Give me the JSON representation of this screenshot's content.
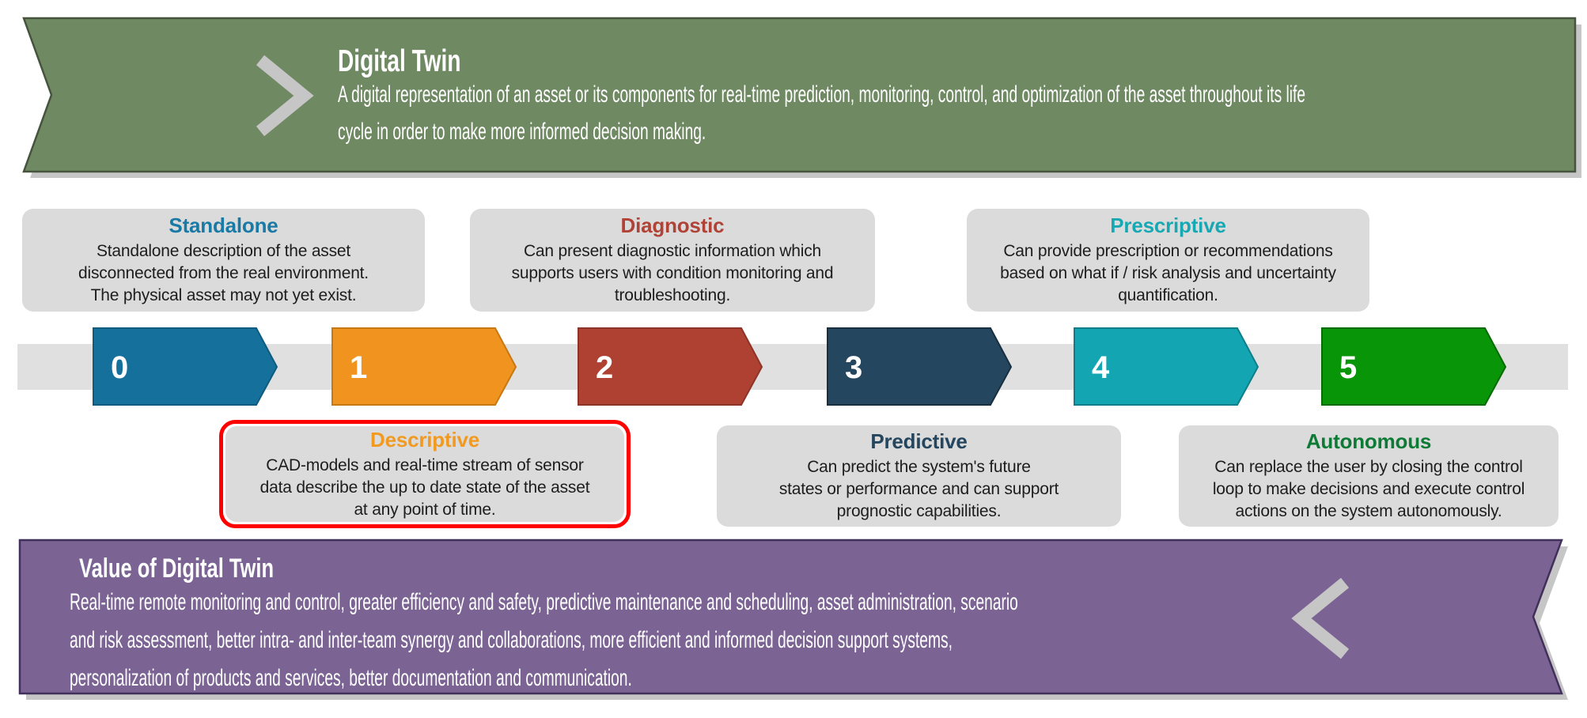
{
  "header_banner": {
    "title": "Digital Twin",
    "description": "A digital representation of an asset or its components for real-time prediction, monitoring, control, and optimization of the asset throughout its life\ncycle in order to make more informed decision making.",
    "bg_color": "#6f8963",
    "border_color": "#46543f",
    "icon": "chevron-right",
    "icon_color": "#c6c6c6",
    "shadow_color": "#c6c6c6"
  },
  "value_banner": {
    "title": "Value of Digital Twin",
    "description": "Real-time remote monitoring and control, greater efficiency and safety, predictive maintenance and scheduling, asset administration, scenario\nand risk assessment, better intra- and inter-team synergy and collaborations, more efficient and informed decision support systems,\npersonalization of products and services, better documentation and communication.",
    "bg_color": "#7b6394",
    "border_color": "#40305a",
    "icon": "chevron-left",
    "icon_color": "#c6c6c6",
    "shadow_color": "#c6c6c6"
  },
  "timeline": {
    "track_color": "#e0e0e0",
    "box_bg": "#dbdbdb",
    "box_text_color": "#1d1d1d",
    "highlight_color": "#ff0000"
  },
  "levels": [
    {
      "num": "0",
      "title": "Standalone",
      "title_color": "#1a7aa6",
      "arrow_fill": "#15719c",
      "arrow_stroke": "#0e5b80",
      "desc": "Standalone description of the asset\ndisconnected from the real environment.\nThe physical asset may not yet exist."
    },
    {
      "num": "1",
      "title": "Descriptive",
      "title_color": "#f2991f",
      "arrow_fill": "#f0941f",
      "arrow_stroke": "#c67812",
      "highlighted": true,
      "desc": "CAD-models and real-time stream of sensor\ndata describe the up to date state of the asset\nat any point of time."
    },
    {
      "num": "2",
      "title": "Diagnostic",
      "title_color": "#b04236",
      "arrow_fill": "#ae4132",
      "arrow_stroke": "#8c3428",
      "desc": "Can present diagnostic information which\nsupports users with condition monitoring and\ntroubleshooting."
    },
    {
      "num": "3",
      "title": "Predictive",
      "title_color": "#24465e",
      "arrow_fill": "#24465e",
      "arrow_stroke": "#182f40",
      "desc": "Can predict the system's future\nstates or performance and can support\nprognostic capabilities."
    },
    {
      "num": "4",
      "title": "Prescriptive",
      "title_color": "#16a9b4",
      "arrow_fill": "#13a6b2",
      "arrow_stroke": "#0e7e88",
      "desc": "Can provide prescription or recommendations\nbased on what if / risk analysis and uncertainty\nquantification."
    },
    {
      "num": "5",
      "title": "Autonomous",
      "title_color": "#0d7a36",
      "arrow_fill": "#089508",
      "arrow_stroke": "#046b04",
      "desc": "Can replace the user by closing the control\nloop to make decisions and execute control\nactions on the system autonomously."
    }
  ]
}
